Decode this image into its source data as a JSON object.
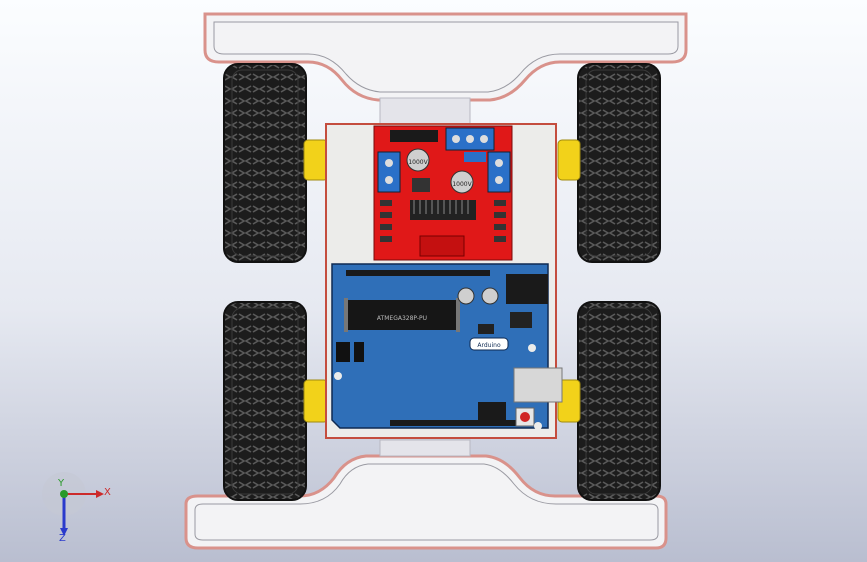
{
  "app": {
    "background_top": "#fbfdff",
    "background_bottom": "#b9bed0"
  },
  "model": {
    "chassis_frame_color": "#f3f3f5",
    "chassis_edge_color": "#d9928b",
    "deck_color": "#ececea",
    "deck_edge_color": "#c44d3e",
    "wheel_tire_color": "#222222",
    "wheel_hub_color": "#f2d21a",
    "motor_driver_color": "#e01818",
    "motor_driver_chip_label": "1000V",
    "arduino_color": "#2f6fb8",
    "arduino_chip_label": "ATMEGA328P-PU",
    "arduino_logo_text": "Arduino",
    "arduino_ref_label": "ATMEGA328P-PU",
    "reset_button_color": "#d02525",
    "dc_jack_color": "#1a1a1a",
    "usb_color": "#d7d7d7"
  },
  "triad": {
    "x_label": "X",
    "y_label": "Y",
    "z_label": "Z",
    "x_color": "#cc2a2a",
    "y_color": "#2a9a2a",
    "z_color": "#2a3acc"
  }
}
